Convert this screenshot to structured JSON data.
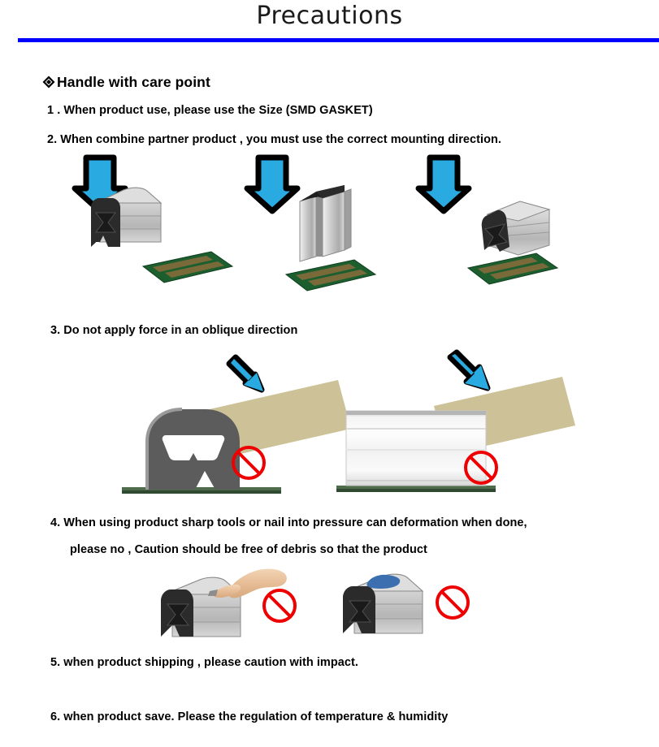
{
  "header": {
    "title": "Precautions",
    "rule_color": "#0000FF"
  },
  "section": {
    "bullet_icon": "diamond-bullet-icon",
    "heading": "Handle with care point"
  },
  "items": [
    {
      "id": "item-1",
      "text": "1 .  When product  use, please use the  Size  (SMD  GASKET)"
    },
    {
      "id": "item-2",
      "text": "2.  When combine partner  product , you must use  the  correct mounting direction."
    },
    {
      "id": "item-3",
      "text": "3. Do not  apply  force  in an  oblique direction"
    },
    {
      "id": "item-4-line-1",
      "text": "4. When using product sharp tools or nail into pressure can deformation when done,"
    },
    {
      "id": "item-4-line-2",
      "text": "please no   , Caution should be free of debris so that the product"
    },
    {
      "id": "item-5",
      "text": "5. when product shipping ,   please caution with impact."
    },
    {
      "id": "item-6",
      "text": "6. when product save. Please the regulation of temperature & humidity"
    }
  ],
  "figures": {
    "row_mounting": {
      "name": "mounting-direction-illustrations",
      "panels": [
        {
          "id": "panel-correct-orientation",
          "mark": "ok-circle-icon",
          "arrow": "down-arrow-icon",
          "part": "gasket-horizontal",
          "board": "pcb-board"
        },
        {
          "id": "panel-vertical-orientation",
          "mark": "prohibition-icon",
          "arrow": "down-arrow-icon",
          "part": "gasket-vertical",
          "board": "pcb-board"
        },
        {
          "id": "panel-rotated-orientation",
          "mark": "prohibition-icon",
          "arrow": "down-arrow-icon",
          "part": "gasket-rotated",
          "board": "pcb-board"
        }
      ]
    },
    "row_oblique": {
      "name": "oblique-force-illustrations",
      "panels": [
        {
          "id": "panel-oblique-gasket",
          "mark": "prohibition-icon",
          "arrow": "diagonal-arrow-icon",
          "tool": "pressing-tool",
          "part": "gasket-cross-section",
          "board": "pcb-strip"
        },
        {
          "id": "panel-oblique-body",
          "mark": "prohibition-icon",
          "arrow": "diagonal-arrow-icon",
          "tool": "pressing-tool",
          "part": "product-body",
          "board": "pcb-strip"
        }
      ]
    },
    "row_damage": {
      "name": "damage-and-debris-illustrations",
      "panels": [
        {
          "id": "panel-nail-pressure",
          "mark": "prohibition-icon",
          "part": "gasket-horizontal",
          "hand": "hand-icon"
        },
        {
          "id": "panel-debris",
          "mark": "prohibition-icon",
          "part": "gasket-horizontal",
          "debris": "debris-blob"
        }
      ]
    }
  },
  "colors": {
    "arrow_blue": "#29ABE2",
    "prohibition_red": "#EE0000",
    "pcb_green": "#1C5E2E",
    "pcb_pad": "#7A6A3A",
    "gasket_black": "#2B2B2B",
    "gasket_silver": "#C4C4C4",
    "tool_tan": "#CCC197",
    "debris_blue": "#3B6FB0"
  }
}
